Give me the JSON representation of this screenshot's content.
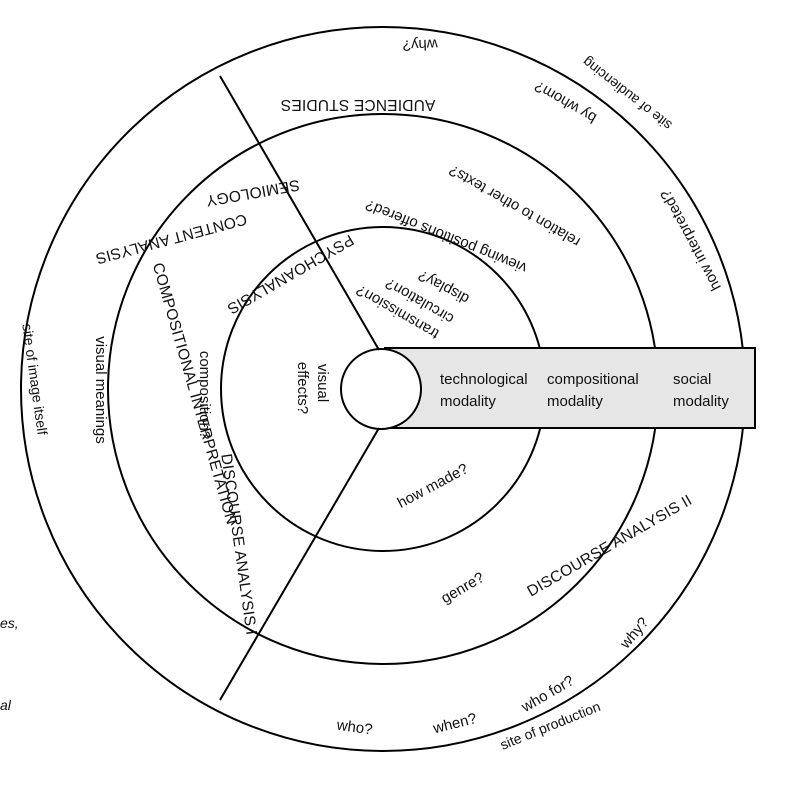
{
  "colors": {
    "line": "#000000",
    "band_fill": "#e6e6e6",
    "background": "#ffffff"
  },
  "regions": {
    "audience_studies": "AUDIENCE STUDIES",
    "semiology": "SEMIOLOGY",
    "content_analysis": "CONTENT ANALYSIS",
    "psychoanalysis": "PSYCHOANALYSIS",
    "compositional_interpretation": "COMPOSITIONAL INTERPRETATION",
    "discourse_analysis_1": "DISCOURSE ANALYSIS I",
    "discourse_analysis_2": "DISCOURSE ANALYSIS II"
  },
  "sites": {
    "audiencing": "site of audiencing",
    "image_itself": "site of image itself",
    "production": "site of production"
  },
  "questions": {
    "why_top": "why?",
    "by_whom": "by whom?",
    "how_interpreted": "how interpreted?",
    "relation_to_other_texts": "relation to other texts?",
    "viewing_positions_offered": "viewing positions offered?",
    "display": "display?",
    "circulation": "circulation?",
    "transmission": "transmission?",
    "visual_meanings": "visual meanings",
    "composition": "composition?",
    "visual": "visual",
    "effects": "effects?",
    "how_made": "how made?",
    "genre": "genre?",
    "who": "who?",
    "when": "when?",
    "who_for": "who for?",
    "why_bottom": "why?"
  },
  "modalities": {
    "technological_1": "technological",
    "technological_2": "modality",
    "compositional_1": "compositional",
    "compositional_2": "modality",
    "social_1": "social",
    "social_2": "modality"
  },
  "clipped_side_text": {
    "fragment_1": "es,",
    "fragment_2": "al"
  }
}
